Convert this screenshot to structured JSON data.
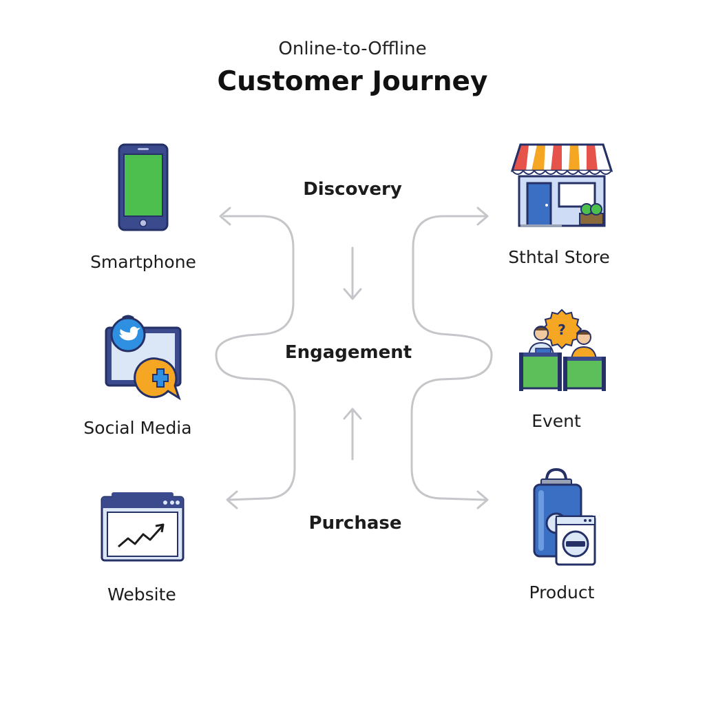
{
  "header": {
    "subtitle": "Online-to-Offline",
    "title": "Customer Journey"
  },
  "stages": [
    {
      "key": "discovery",
      "label": "Discovery"
    },
    {
      "key": "engagement",
      "label": "Engagement"
    },
    {
      "key": "purchase",
      "label": "Purchase"
    }
  ],
  "online_channels": [
    {
      "label": "Smartphone",
      "icon": "smartphone-icon"
    },
    {
      "label": "Social Media",
      "icon": "social-media-icon"
    },
    {
      "label": "Website",
      "icon": "website-icon"
    }
  ],
  "offline_channels": [
    {
      "label": "Sthtal Store",
      "icon": "store-icon"
    },
    {
      "label": "Event",
      "icon": "event-icon"
    },
    {
      "label": "Product",
      "icon": "product-icon"
    }
  ],
  "colors": {
    "connector": "#c4c6ca",
    "outline": "#2b3a6b",
    "screen_blue": "#dbe6f7",
    "screen_green": "#4cbf4f",
    "accent_orange": "#f5a623",
    "twitter_blue": "#2f8fe0",
    "awning_red": "#e5534b",
    "counter_green": "#5cbf5a"
  }
}
